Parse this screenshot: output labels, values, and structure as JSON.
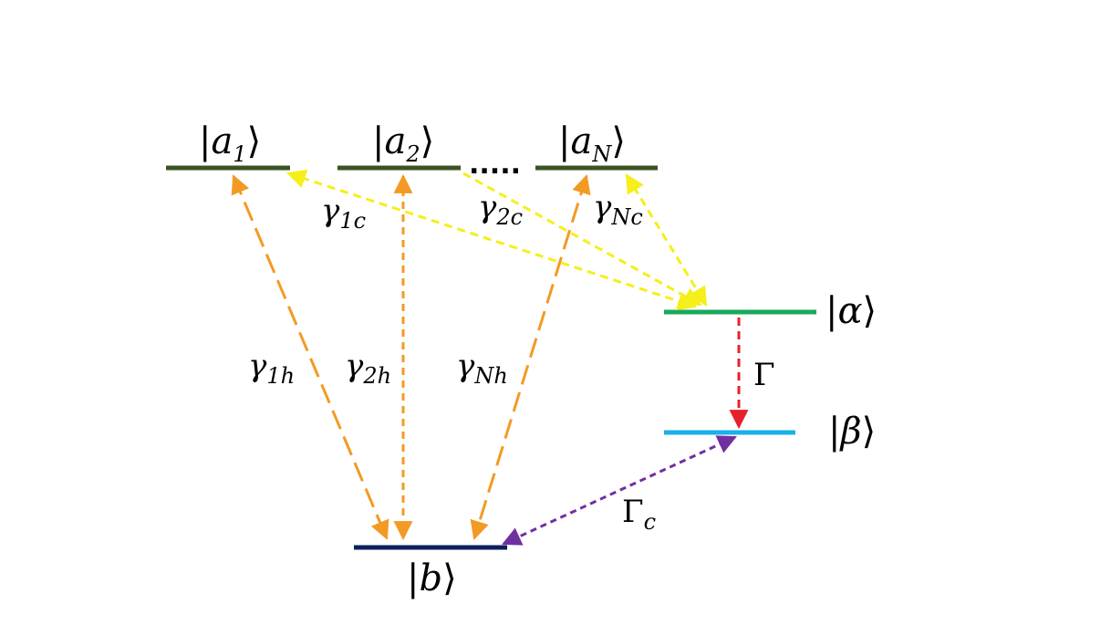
{
  "levels": {
    "a1": {
      "label": "a",
      "sub": "1",
      "color": "#3b5323"
    },
    "a2": {
      "label": "a",
      "sub": "2",
      "color": "#3b5323"
    },
    "aN": {
      "label": "a",
      "sub": "N",
      "color": "#3b5323"
    },
    "alpha": {
      "label": "α",
      "color": "#1aa85a"
    },
    "beta": {
      "label": "β",
      "color": "#1ab0e8"
    },
    "b": {
      "label": "b",
      "color": "#0d1f5c"
    }
  },
  "ellipsis": ".....",
  "transitions": {
    "g1c": {
      "sym": "γ",
      "sub": "1c",
      "color": "#f5ef1a"
    },
    "g2c": {
      "sym": "γ",
      "sub": "2c",
      "color": "#f5ef1a"
    },
    "gNc": {
      "sym": "γ",
      "sub": "Nc",
      "color": "#f5ef1a"
    },
    "g1h": {
      "sym": "γ",
      "sub": "1h",
      "color": "#f39a25"
    },
    "g2h": {
      "sym": "γ",
      "sub": "2h",
      "color": "#f39a25"
    },
    "gNh": {
      "sym": "γ",
      "sub": "Nh",
      "color": "#f39a25"
    },
    "Gamma": {
      "sym": "Γ",
      "color": "#e8202a"
    },
    "Gamma_c": {
      "sym": "Γ",
      "sub": "c",
      "color": "#7030a0"
    }
  }
}
